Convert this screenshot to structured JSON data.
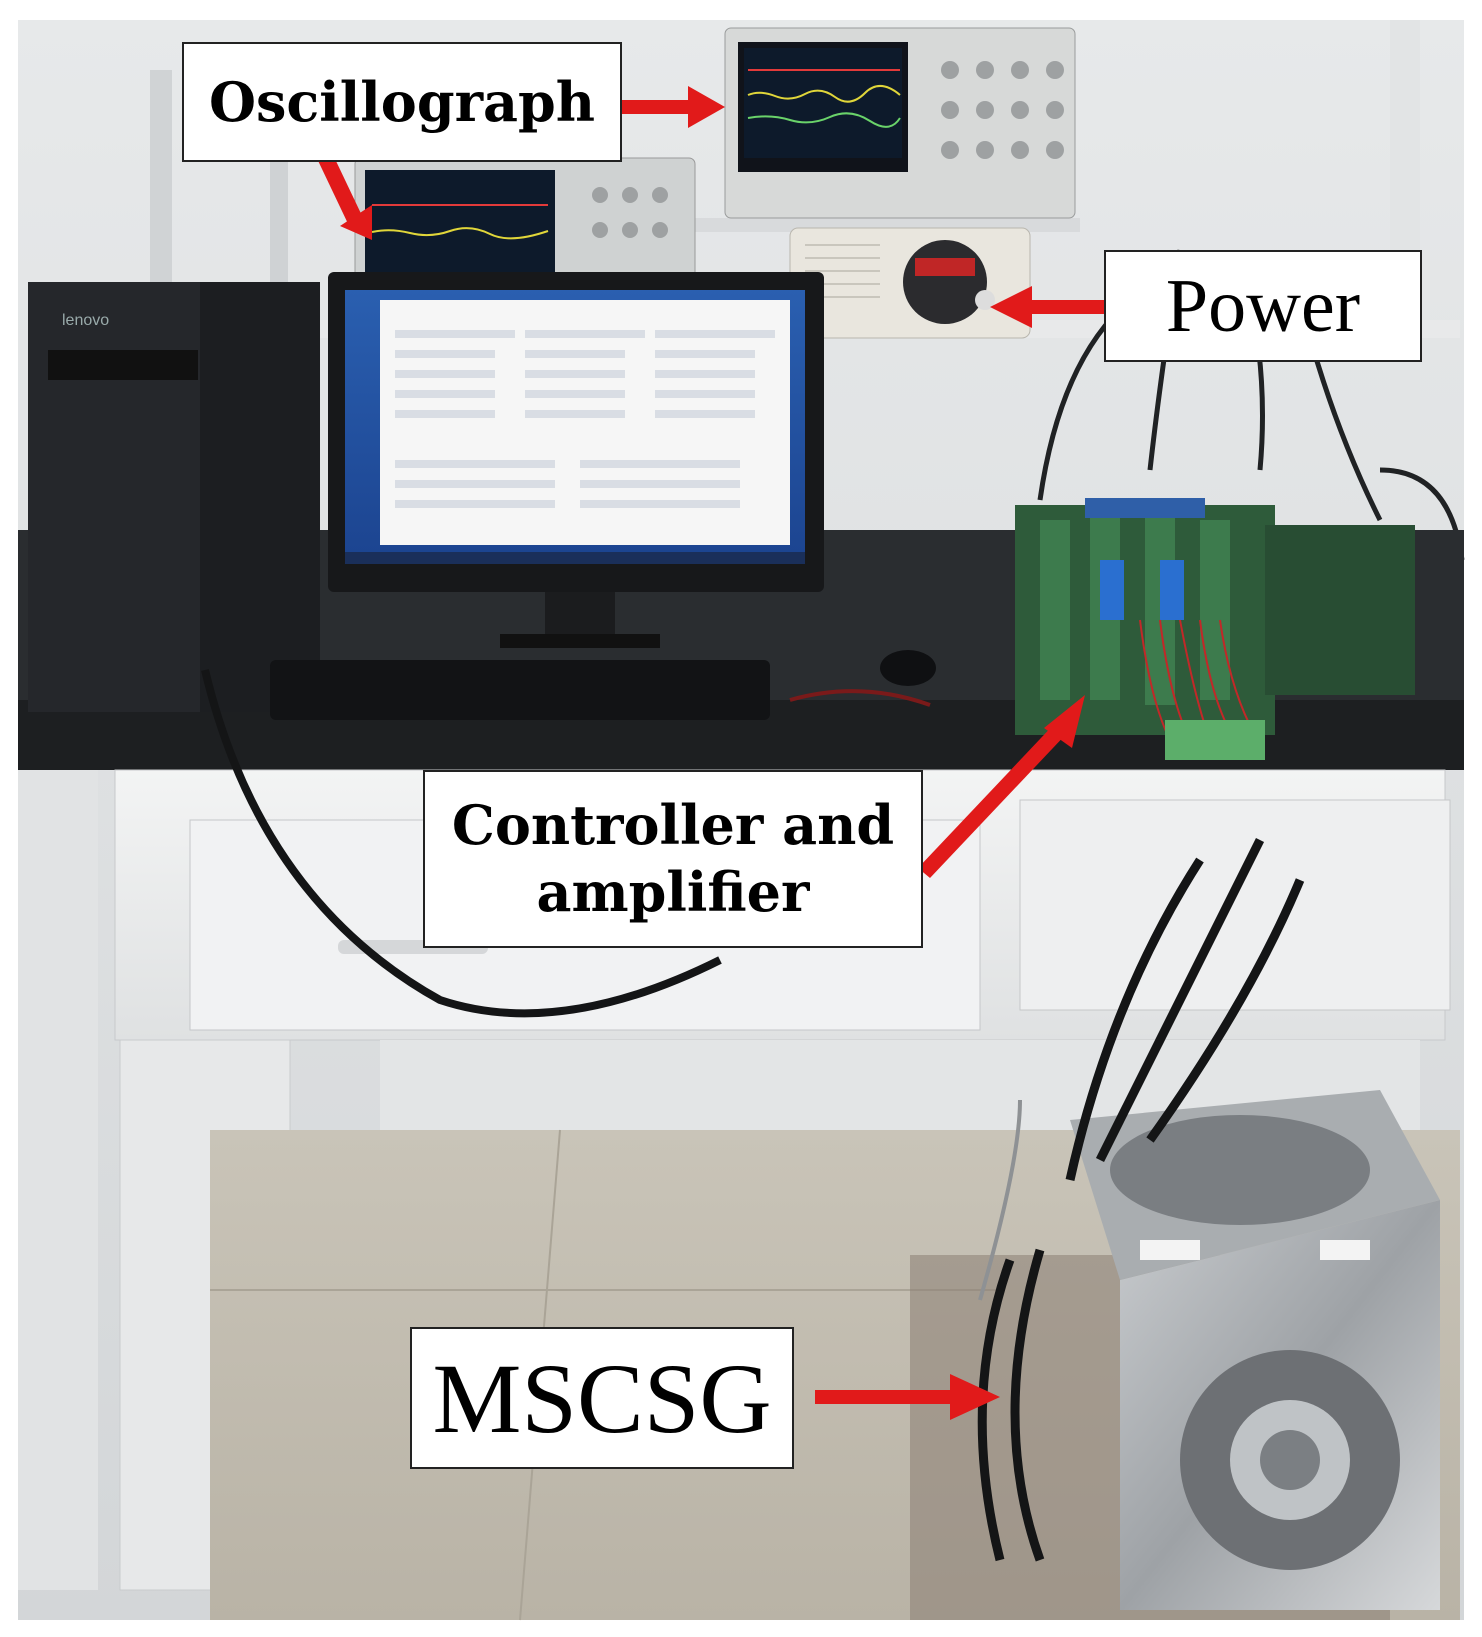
{
  "labels": {
    "oscillograph": "Oscillograph",
    "power": "Power",
    "controller": "Controller and amplifier",
    "mscsg": "MSCSG"
  },
  "colors": {
    "arrow": "#e11a1a",
    "label_bg": "#ffffff",
    "label_border": "#222222"
  }
}
